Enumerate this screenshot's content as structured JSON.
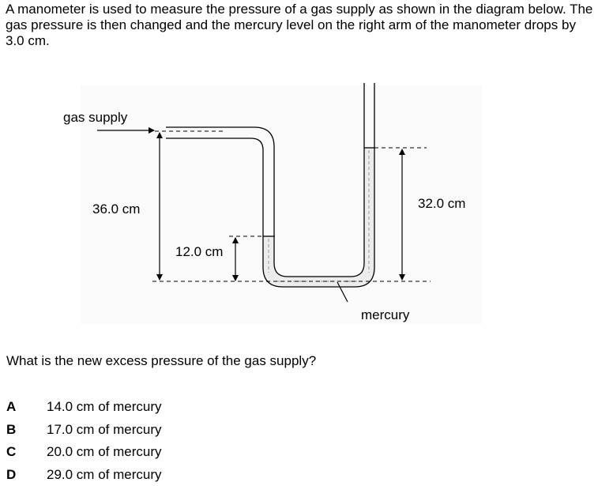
{
  "intro": "A manometer is used to measure the pressure of a gas supply as shown in the diagram below. The gas pressure is then changed and the mercury level on the right arm of the manometer drops by 3.0 cm.",
  "diagram": {
    "gas_supply_label": "gas supply",
    "left_height_label": "36.0 cm",
    "left_mercury_label": "12.0 cm",
    "right_height_label": "32.0 cm",
    "mercury_label": "mercury"
  },
  "question": "What is the new excess pressure of the gas supply?",
  "options": [
    {
      "letter": "A",
      "text": "14.0 cm of mercury"
    },
    {
      "letter": "B",
      "text": "17.0 cm of mercury"
    },
    {
      "letter": "C",
      "text": "20.0 cm of mercury"
    },
    {
      "letter": "D",
      "text": "29.0 cm of mercury"
    }
  ]
}
